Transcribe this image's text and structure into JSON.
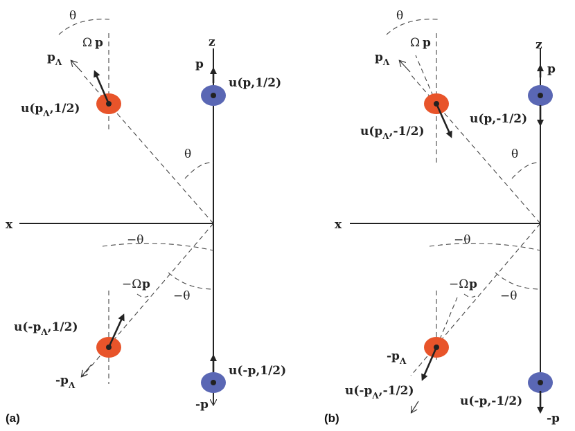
{
  "colors": {
    "red_dot": "#e8542a",
    "blue_dot": "#5a67b4",
    "ink": "#222222"
  },
  "panel_a": {
    "label": "(a)",
    "axis_x": "x",
    "axis_z": "z",
    "p_top": "p",
    "p_bottom": "-p",
    "u_top": "u(p,1/2)",
    "u_bottom": "u(-p,1/2)",
    "u_lambda_top_pre": "u(p",
    "u_lambda_top_sub": "Λ",
    "u_lambda_top_post": ",1/2)",
    "u_lambda_bottom_pre": "u(-p",
    "u_lambda_bottom_sub": "Λ",
    "u_lambda_bottom_post": ",1/2)",
    "p_lambda_top": "p",
    "p_lambda_top_sub": "Λ",
    "p_lambda_bottom": "-p",
    "p_lambda_bottom_sub": "Λ",
    "theta_arc_top": "θ",
    "theta_center": "θ",
    "omega_top": "Ω",
    "omega_top_p": "p",
    "neg_theta_1": "−θ",
    "neg_theta_2": "−θ",
    "neg_omega": "−Ω",
    "neg_omega_p": "p"
  },
  "panel_b": {
    "label": "(b)",
    "axis_x": "x",
    "axis_z": "z",
    "p_top": "p",
    "p_bottom": "-p",
    "u_top": "u(p,-1/2)",
    "u_bottom": "u(-p,-1/2)",
    "u_lambda_top_pre": "u(p",
    "u_lambda_top_sub": "Λ",
    "u_lambda_top_post": ",-1/2)",
    "u_lambda_bottom_pre": "u(-p",
    "u_lambda_bottom_sub": "Λ",
    "u_lambda_bottom_post": ",-1/2)",
    "p_lambda_top": "p",
    "p_lambda_top_sub": "Λ",
    "p_lambda_bottom": "-p",
    "p_lambda_bottom_sub": "Λ",
    "theta_arc_top": "θ",
    "theta_center": "θ",
    "omega_top": "Ω",
    "omega_top_p": "p",
    "neg_theta_1": "−θ",
    "neg_theta_2": "−θ",
    "neg_omega": "−Ω",
    "neg_omega_p": "p"
  }
}
